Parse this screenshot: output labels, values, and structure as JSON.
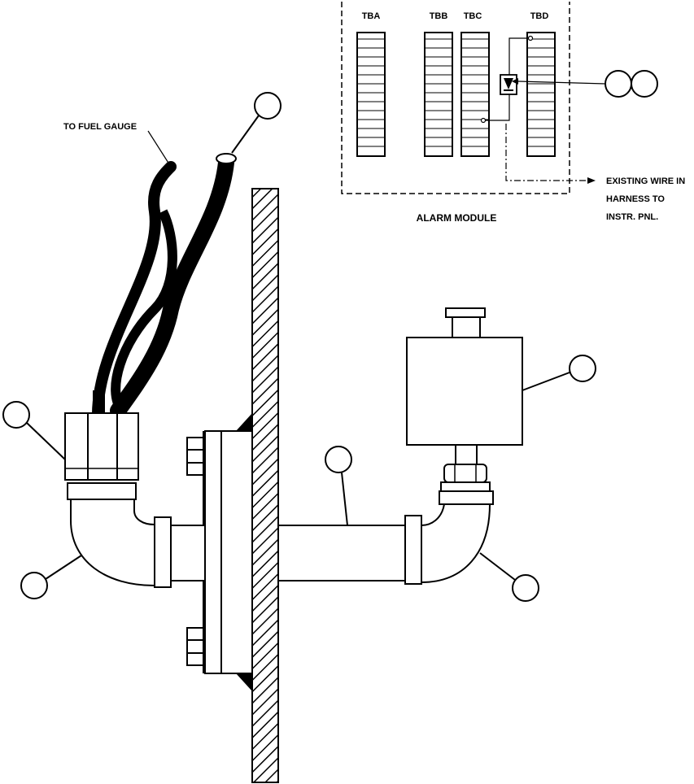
{
  "labels": {
    "to_fuel_gauge": "TO FUEL GAUGE",
    "tba": "TBA",
    "tbb": "TBB",
    "tbc": "TBC",
    "tbd": "TBD",
    "alarm_module": "ALARM MODULE",
    "existing_wire_line1": "EXISTING WIRE IN",
    "existing_wire_line2": "HARNESS TO",
    "existing_wire_line3": "INSTR. PNL."
  },
  "callout_count": 8,
  "colors": {
    "ink": "#000000",
    "paper": "#ffffff"
  }
}
